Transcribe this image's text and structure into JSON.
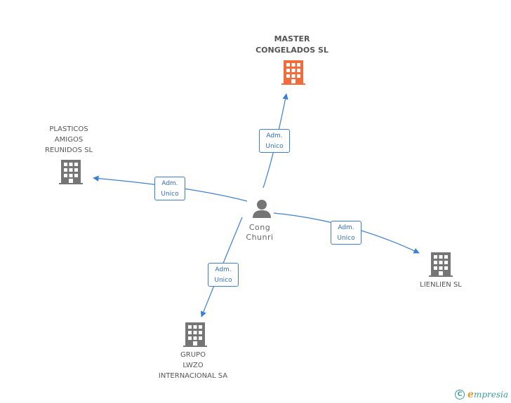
{
  "colors": {
    "edge": "#3a7fd5",
    "building": "#757575",
    "building_main": "#f26b3a",
    "person": "#757575"
  },
  "nodes": {
    "master": {
      "lines": [
        "MASTER",
        "CONGELADOS SL"
      ],
      "icon": "building-icon"
    },
    "plasticos": {
      "lines": [
        "PLASTICOS",
        "AMIGOS",
        "REUNIDOS SL"
      ],
      "icon": "building-icon"
    },
    "lienlien": {
      "lines": [
        "LIENLIEN  SL"
      ],
      "icon": "building-icon"
    },
    "grupo": {
      "lines": [
        "GRUPO",
        "LWZO",
        "INTERNACIONAL SA"
      ],
      "icon": "building-icon"
    },
    "person": {
      "lines": [
        "Cong",
        "Chunri"
      ],
      "icon": "person-icon"
    }
  },
  "edges": [
    {
      "target": "master",
      "label": [
        "Adm.",
        "Unico"
      ]
    },
    {
      "target": "plasticos",
      "label": [
        "Adm.",
        "Unico"
      ]
    },
    {
      "target": "lienlien",
      "label": [
        "Adm.",
        "Unico"
      ]
    },
    {
      "target": "grupo",
      "label": [
        "Adm.",
        "Unico"
      ]
    }
  ],
  "footer": {
    "copyright_symbol": "C",
    "brand_initial": "e",
    "brand_rest": "mpresia"
  }
}
